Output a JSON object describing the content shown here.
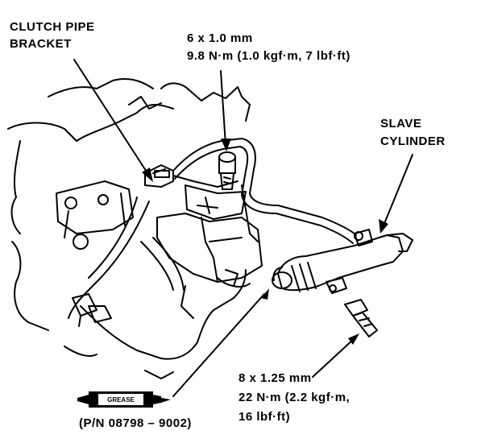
{
  "labels": {
    "clutch_pipe_bracket": [
      "CLUTCH PIPE",
      "BRACKET"
    ],
    "upper_bolt": [
      "6 x 1.0 mm",
      "9.8 N·m (1.0 kgf·m, 7 lbf·ft)"
    ],
    "slave_cylinder": [
      "SLAVE",
      "CYLINDER"
    ],
    "lower_bolt": [
      "8 x 1.25 mm",
      "22 N·m (2.2 kgf·m,",
      "16 lbf·ft)"
    ],
    "grease_tube": "GREASE",
    "part_number": "(P/N 08798 – 9002)"
  },
  "colors": {
    "ink": "#000000",
    "paper": "#ffffff"
  }
}
